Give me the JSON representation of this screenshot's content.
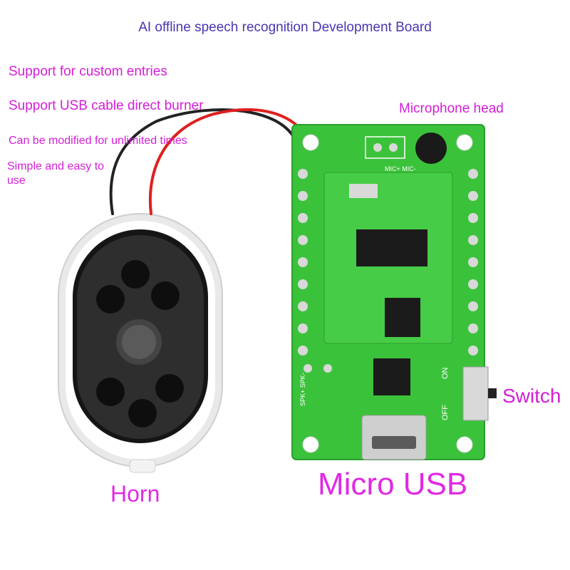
{
  "title": "AI offline speech recognition Development Board",
  "features": [
    "Support for custom entries",
    "Support USB cable direct burner",
    "Can be modified for unlimited times",
    "Simple and easy to use"
  ],
  "labels": {
    "microphone": "Microphone head",
    "switch": "Switch",
    "usb": "Micro USB",
    "horn": "Horn"
  },
  "board_markings": {
    "mic": "MIC+ MIC-",
    "spk": "SPK+ SPK-",
    "on": "ON",
    "off": "OFF"
  },
  "colors": {
    "pcb": "#3bc23b",
    "text_feature": "#d41ed8",
    "text_title": "#4a36b3"
  }
}
